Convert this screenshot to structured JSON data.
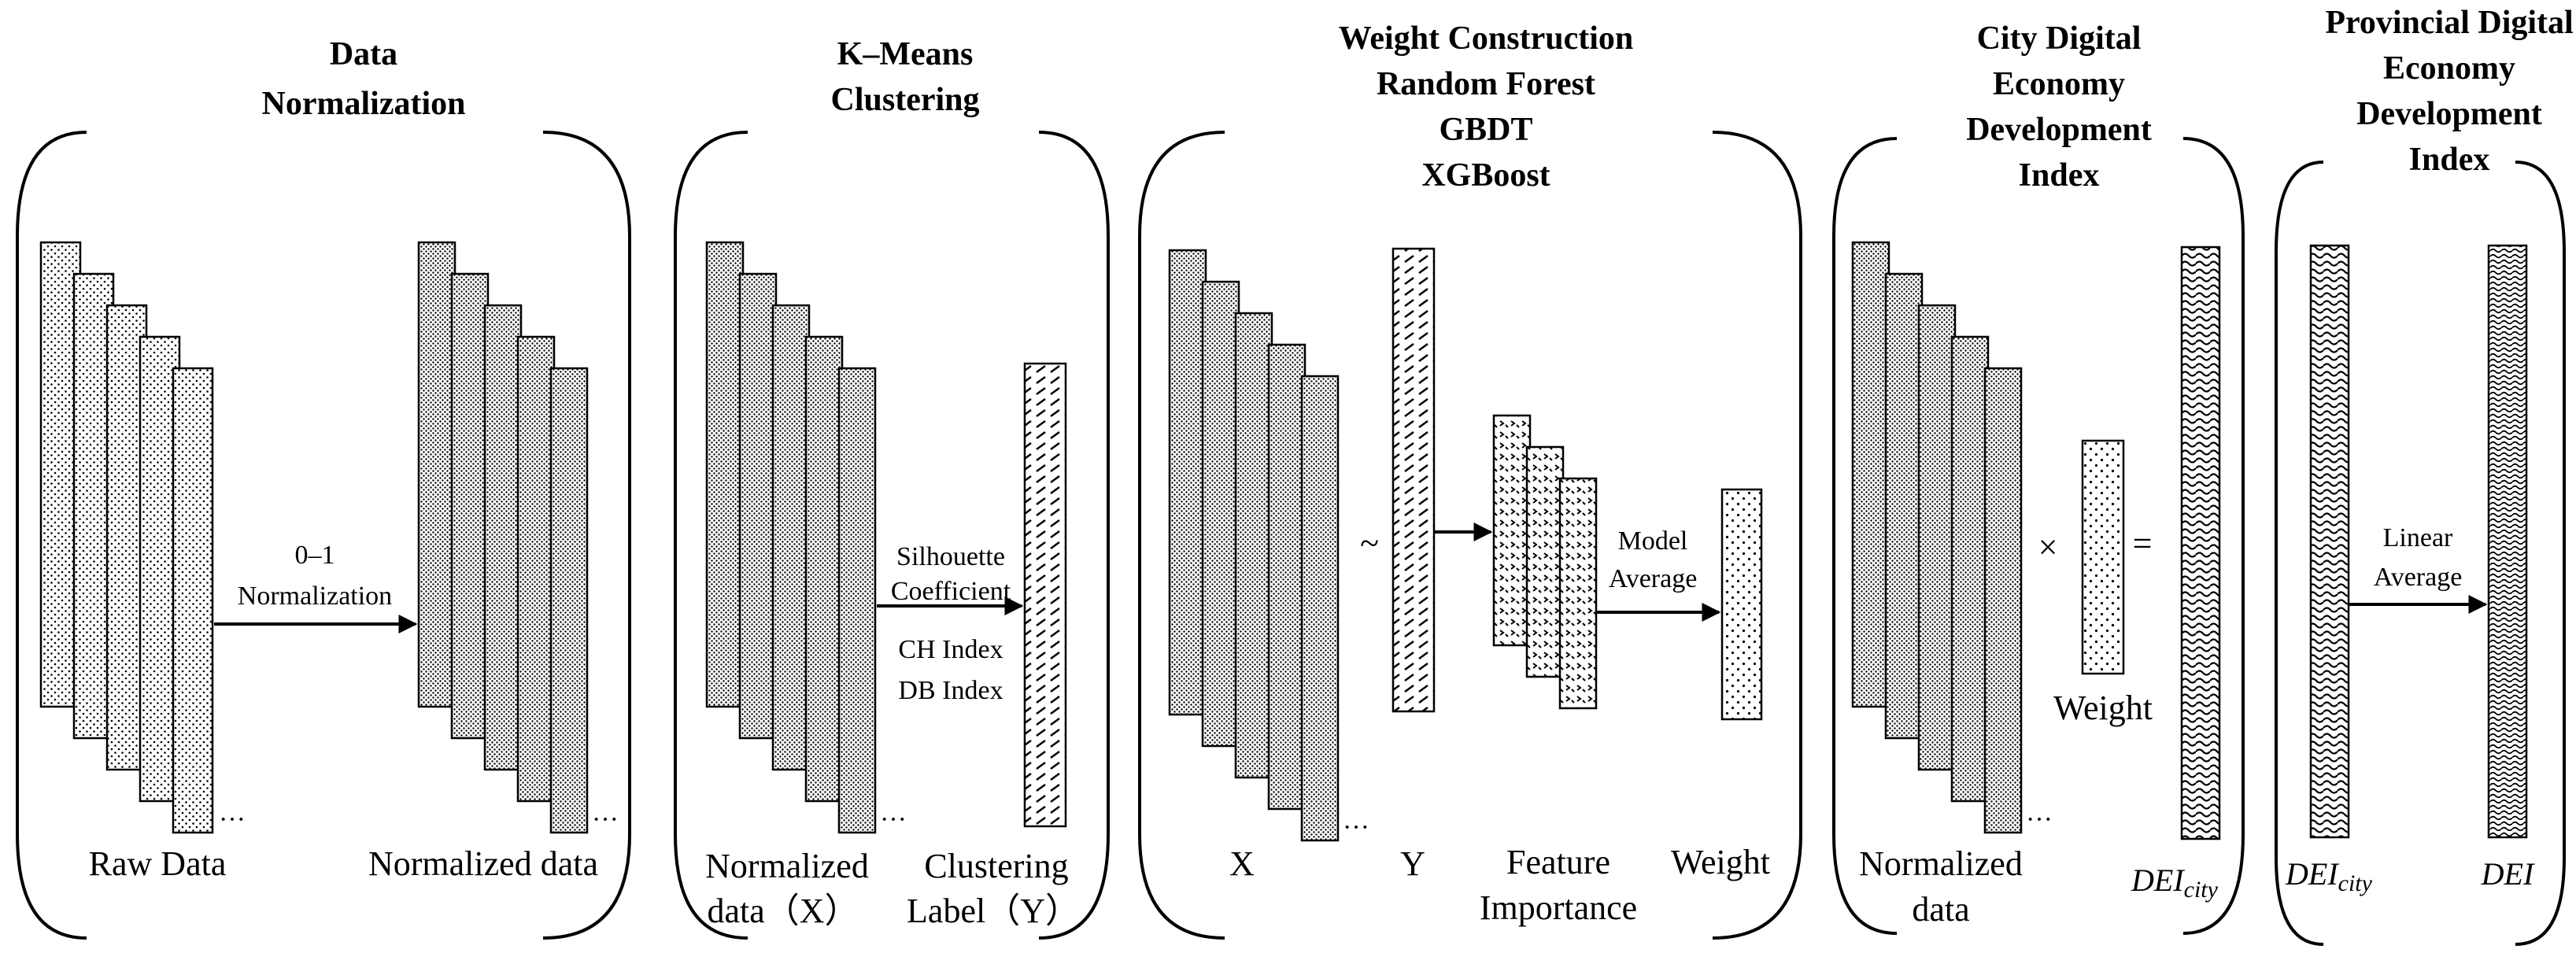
{
  "panels": {
    "p1": {
      "title": [
        "Data",
        "Normalization"
      ],
      "arrow_label": [
        "0–1",
        "Normalization"
      ],
      "left_label": "Raw Data",
      "right_label": "Normalized data",
      "ellipsis": "···"
    },
    "p2": {
      "title": [
        "K–Means",
        "Clustering"
      ],
      "metrics": [
        "Silhouette",
        "Coefficient",
        "CH Index",
        "DB Index"
      ],
      "left_label": [
        "Normalized",
        "data（X）"
      ],
      "right_label": [
        "Clustering",
        "Label（Y）"
      ],
      "ellipsis": "···"
    },
    "p3": {
      "title": [
        "Weight Construction",
        "Random Forest",
        "GBDT",
        "XGBoost"
      ],
      "tilde": "~",
      "avg_label": [
        "Model",
        "Average"
      ],
      "x_label": "X",
      "y_label": "Y",
      "fi_label": [
        "Feature",
        "Importance"
      ],
      "weight_label": "Weight",
      "ellipsis": "···"
    },
    "p4": {
      "title": [
        "City Digital",
        "Economy",
        "Development",
        "Index"
      ],
      "times": "×",
      "equals": "=",
      "weight_label": "Weight",
      "left_label": [
        "Normalized",
        "data"
      ],
      "dei_city": "DEI",
      "dei_sub": "city",
      "ellipsis": "···"
    },
    "p5": {
      "title": [
        "Provincial Digital",
        "Economy",
        "Development",
        "Index"
      ],
      "arrow_label": [
        "Linear",
        "Average"
      ],
      "left_dei": "DEI",
      "left_sub": "city",
      "right_dei": "DEI"
    }
  }
}
